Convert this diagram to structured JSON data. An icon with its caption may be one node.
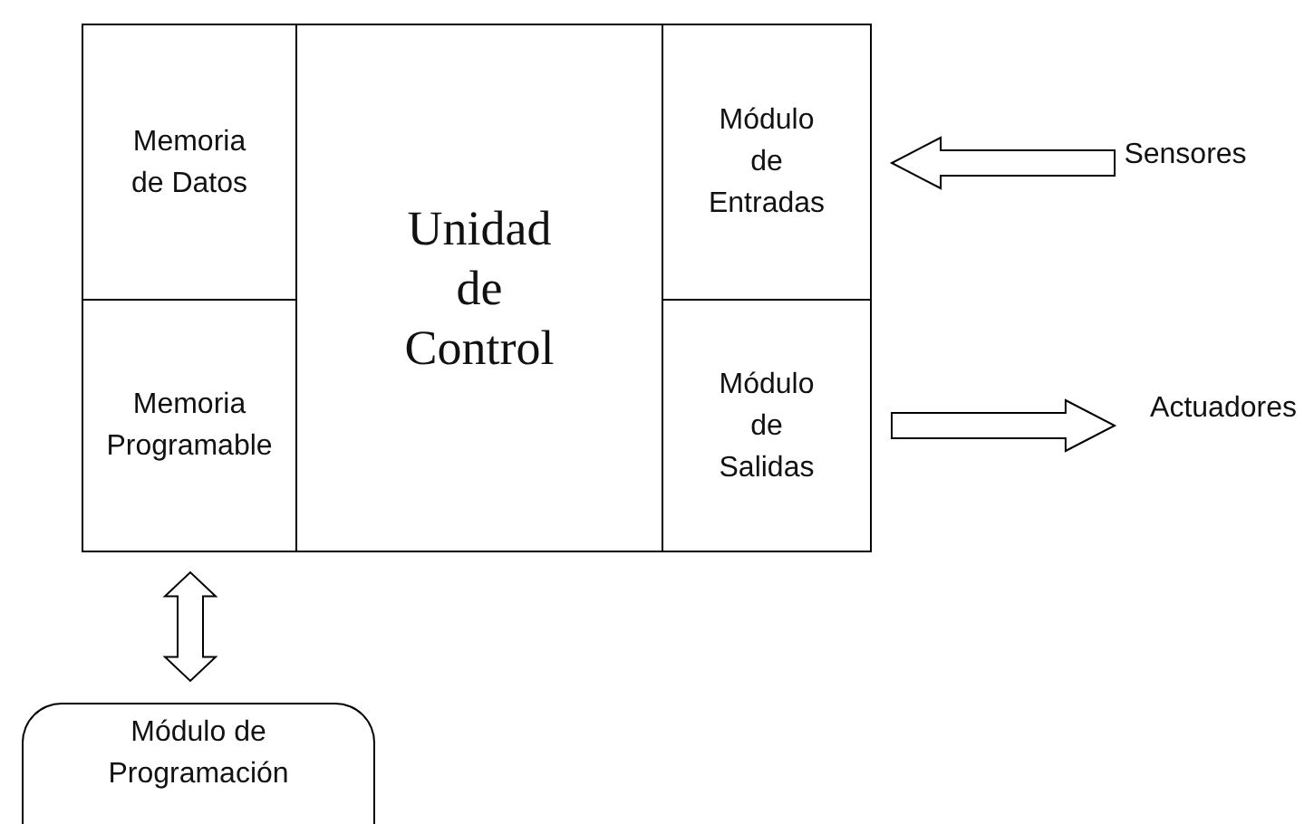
{
  "diagram": {
    "nodes": [
      {
        "text": [],
        "shape": "box"
      },
      {
        "text": [
          "Memoria de Datos"
        ],
        "in": 0
      },
      {
        "text": [
          "Memoria Programable"
        ],
        "in": 0
      },
      {
        "text": [
          "Unidad de Control"
        ],
        "in": 0
      },
      {
        "text": [
          "Módulo de Entradas"
        ],
        "in": 0
      },
      {
        "text": [
          "Módulo de Salidas"
        ],
        "in": 0
      },
      {
        "text": [
          "Sensores"
        ]
      },
      {
        "text": [
          "Actuadores"
        ]
      },
      {
        "text": [
          "Módulo de Programación"
        ]
      }
    ],
    "edges": [
      {
        "from": 6,
        "to": 4,
        "arrow": "to"
      },
      {
        "from": 5,
        "to": 7,
        "arrow": "to"
      },
      {
        "from": 2,
        "to": 8,
        "arrow": "both"
      }
    ]
  }
}
